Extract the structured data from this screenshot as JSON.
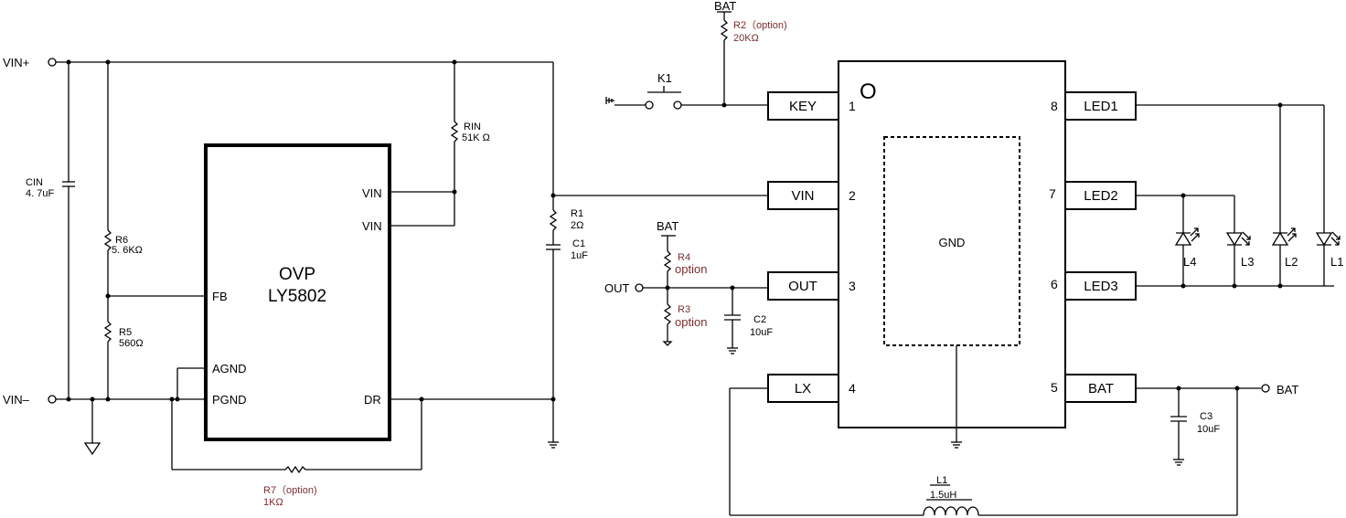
{
  "ovp": {
    "name": "OVP",
    "part": "LY5802",
    "pins": {
      "vin1": "VIN",
      "vin2": "VIN",
      "fb": "FB",
      "agnd": "AGND",
      "pgnd": "PGND",
      "dr": "DR"
    }
  },
  "inputs": {
    "vin_plus": "VIN+",
    "vin_minus": "VIN–"
  },
  "components": {
    "cin": {
      "ref": "CIN",
      "value": "4. 7uF"
    },
    "r6": {
      "ref": "R6",
      "value": "5. 6KΩ"
    },
    "r5": {
      "ref": "R5",
      "value": "560Ω"
    },
    "rin": {
      "ref": "RIN",
      "value": "51K Ω"
    },
    "r1": {
      "ref": "R1",
      "value": "2Ω"
    },
    "c1": {
      "ref": "C1",
      "value": "1uF"
    },
    "r7": {
      "ref": "R7（option)",
      "value": "1KΩ"
    },
    "r2": {
      "ref": "R2（option)",
      "value": "20KΩ"
    },
    "k1": {
      "ref": "K1"
    },
    "r4": {
      "ref": "R4",
      "value": "option"
    },
    "r3": {
      "ref": "R3",
      "value": "option"
    },
    "c2": {
      "ref": "C2",
      "value": "10uF"
    },
    "c3": {
      "ref": "C3",
      "value": "10uF"
    },
    "l1": {
      "ref": "L1",
      "value": "1.5uH"
    }
  },
  "labels": {
    "bat_top": "BAT",
    "bat_mid": "BAT",
    "bat_right": "BAT",
    "out": "OUT"
  },
  "chip": {
    "center": "GND",
    "marker": "O",
    "left_pins": [
      {
        "name": "KEY",
        "num": "1"
      },
      {
        "name": "VIN",
        "num": "2"
      },
      {
        "name": "OUT",
        "num": "3"
      },
      {
        "name": "LX",
        "num": "4"
      }
    ],
    "right_pins": [
      {
        "name": "LED1",
        "num": "8"
      },
      {
        "name": "LED2",
        "num": "7"
      },
      {
        "name": "LED3",
        "num": "6"
      },
      {
        "name": "BAT",
        "num": "5"
      }
    ]
  },
  "leds": [
    "L4",
    "L3",
    "L2",
    "L1"
  ]
}
